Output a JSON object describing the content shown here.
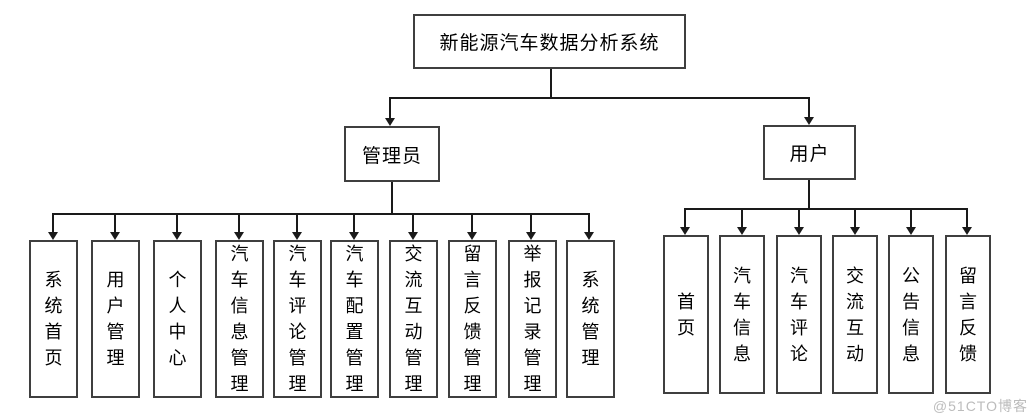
{
  "diagram": {
    "root": {
      "label": "新能源汽车数据分析系统"
    },
    "branches": [
      {
        "label": "管理员",
        "children": [
          "系统首页",
          "用户管理",
          "个人中心",
          "汽车信息管理",
          "汽车评论管理",
          "汽车配置管理",
          "交流互动管理",
          "留言反馈管理",
          "举报记录管理",
          "系统管理"
        ]
      },
      {
        "label": "用户",
        "children": [
          "首页",
          "汽车信息",
          "汽车评论",
          "交流互动",
          "公告信息",
          "留言反馈"
        ]
      }
    ]
  },
  "watermark": "@51CTO博客",
  "colors": {
    "line": "#1a1a1a",
    "box_border": "#3f3f3f",
    "background": "#ffffff",
    "text": "#000000",
    "watermark": "#bcbcbc"
  }
}
